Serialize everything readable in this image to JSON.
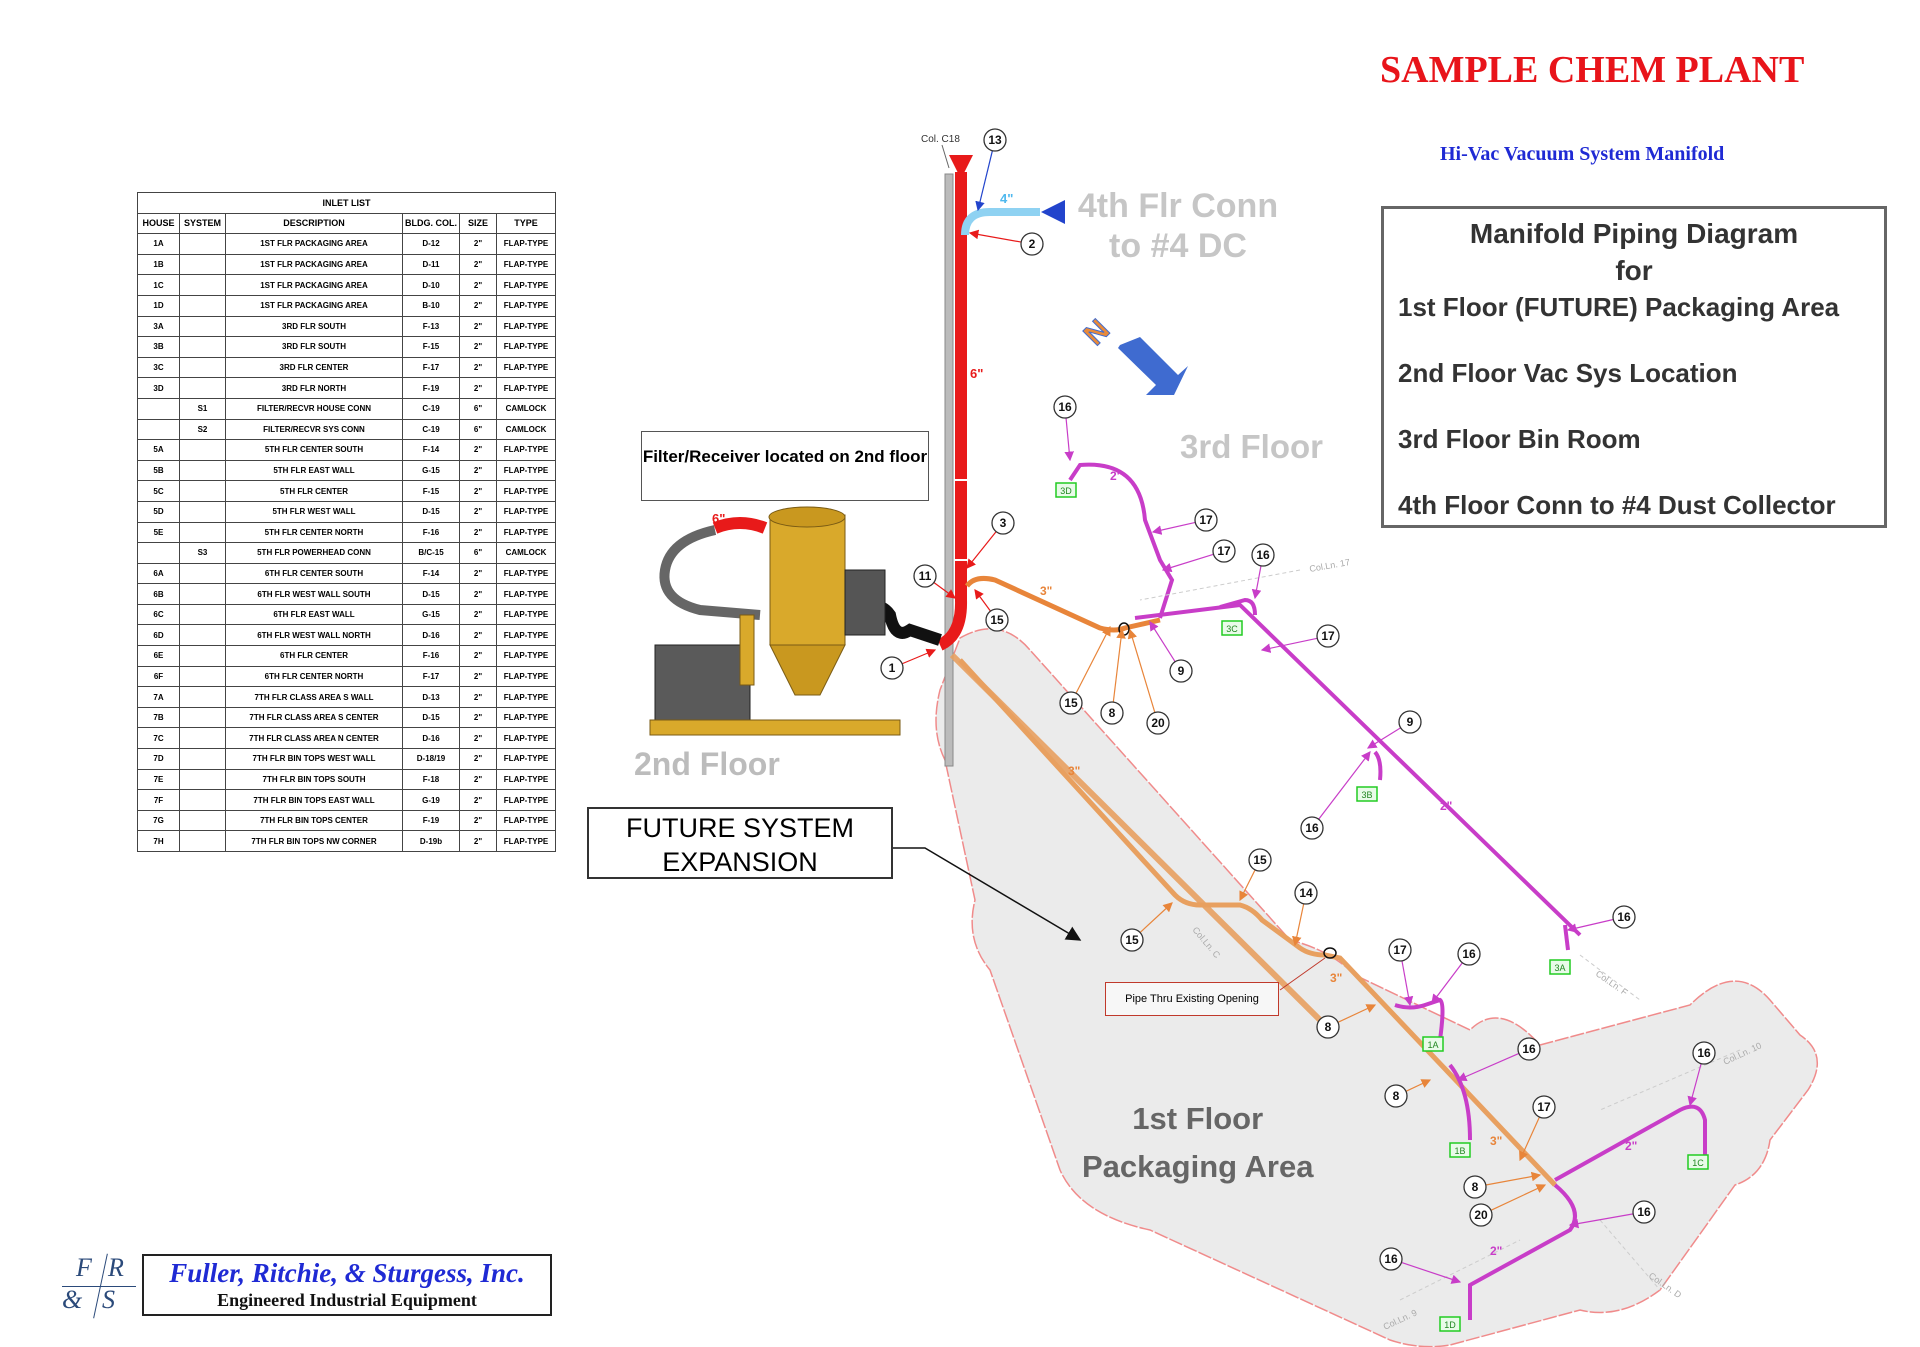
{
  "title": "SAMPLE CHEM PLANT",
  "subtitle": "Hi-Vac Vacuum System Manifold",
  "legend": {
    "heading1": "Manifold Piping Diagram",
    "heading2": "for",
    "line1": "1st Floor (FUTURE) Packaging Area",
    "line2": "2nd Floor  Vac Sys Location",
    "line3": "3rd Floor  Bin Room",
    "line4": "4th Floor Conn to #4 Dust Collector"
  },
  "inlet_list": {
    "title": "INLET LIST",
    "headers": [
      "HOUSE",
      "SYSTEM",
      "DESCRIPTION",
      "BLDG. COL.",
      "SIZE",
      "TYPE"
    ],
    "rows": [
      [
        "1A",
        "",
        "1ST FLR PACKAGING AREA",
        "D-12",
        "2\"",
        "FLAP-TYPE"
      ],
      [
        "1B",
        "",
        "1ST FLR PACKAGING AREA",
        "D-11",
        "2\"",
        "FLAP-TYPE"
      ],
      [
        "1C",
        "",
        "1ST FLR PACKAGING AREA",
        "D-10",
        "2\"",
        "FLAP-TYPE"
      ],
      [
        "1D",
        "",
        "1ST FLR PACKAGING AREA",
        "B-10",
        "2\"",
        "FLAP-TYPE"
      ],
      [
        "3A",
        "",
        "3RD FLR SOUTH",
        "F-13",
        "2\"",
        "FLAP-TYPE"
      ],
      [
        "3B",
        "",
        "3RD FLR SOUTH",
        "F-15",
        "2\"",
        "FLAP-TYPE"
      ],
      [
        "3C",
        "",
        "3RD FLR CENTER",
        "F-17",
        "2\"",
        "FLAP-TYPE"
      ],
      [
        "3D",
        "",
        "3RD FLR NORTH",
        "F-19",
        "2\"",
        "FLAP-TYPE"
      ],
      [
        "",
        "S1",
        "FILTER/RECVR HOUSE CONN",
        "C-19",
        "6\"",
        "CAMLOCK"
      ],
      [
        "",
        "S2",
        "FILTER/RECVR SYS CONN",
        "C-19",
        "6\"",
        "CAMLOCK"
      ],
      [
        "5A",
        "",
        "5TH FLR CENTER SOUTH",
        "F-14",
        "2\"",
        "FLAP-TYPE"
      ],
      [
        "5B",
        "",
        "5TH FLR EAST WALL",
        "G-15",
        "2\"",
        "FLAP-TYPE"
      ],
      [
        "5C",
        "",
        "5TH FLR CENTER",
        "F-15",
        "2\"",
        "FLAP-TYPE"
      ],
      [
        "5D",
        "",
        "5TH FLR WEST WALL",
        "D-15",
        "2\"",
        "FLAP-TYPE"
      ],
      [
        "5E",
        "",
        "5TH FLR CENTER NORTH",
        "F-16",
        "2\"",
        "FLAP-TYPE"
      ],
      [
        "",
        "S3",
        "5TH FLR POWERHEAD CONN",
        "B/C-15",
        "6\"",
        "CAMLOCK"
      ],
      [
        "6A",
        "",
        "6TH FLR CENTER SOUTH",
        "F-14",
        "2\"",
        "FLAP-TYPE"
      ],
      [
        "6B",
        "",
        "6TH FLR WEST WALL SOUTH",
        "D-15",
        "2\"",
        "FLAP-TYPE"
      ],
      [
        "6C",
        "",
        "6TH FLR EAST WALL",
        "G-15",
        "2\"",
        "FLAP-TYPE"
      ],
      [
        "6D",
        "",
        "6TH FLR WEST WALL NORTH",
        "D-16",
        "2\"",
        "FLAP-TYPE"
      ],
      [
        "6E",
        "",
        "6TH FLR CENTER",
        "F-16",
        "2\"",
        "FLAP-TYPE"
      ],
      [
        "6F",
        "",
        "6TH FLR CENTER NORTH",
        "F-17",
        "2\"",
        "FLAP-TYPE"
      ],
      [
        "7A",
        "",
        "7TH FLR CLASS AREA S WALL",
        "D-13",
        "2\"",
        "FLAP-TYPE"
      ],
      [
        "7B",
        "",
        "7TH FLR CLASS AREA S CENTER",
        "D-15",
        "2\"",
        "FLAP-TYPE"
      ],
      [
        "7C",
        "",
        "7TH FLR CLASS AREA N CENTER",
        "D-16",
        "2\"",
        "FLAP-TYPE"
      ],
      [
        "7D",
        "",
        "7TH FLR BIN TOPS WEST WALL",
        "D-18/19",
        "2\"",
        "FLAP-TYPE"
      ],
      [
        "7E",
        "",
        "7TH FLR BIN TOPS SOUTH",
        "F-18",
        "2\"",
        "FLAP-TYPE"
      ],
      [
        "7F",
        "",
        "7TH FLR BIN TOPS EAST WALL",
        "G-19",
        "2\"",
        "FLAP-TYPE"
      ],
      [
        "7G",
        "",
        "7TH FLR BIN TOPS CENTER",
        "F-19",
        "2\"",
        "FLAP-TYPE"
      ],
      [
        "7H",
        "",
        "7TH FLR BIN TOPS NW CORNER",
        "D-19b",
        "2\"",
        "FLAP-TYPE"
      ]
    ]
  },
  "notes": {
    "filter_receiver": "Filter/Receiver located on 2nd floor",
    "future": "FUTURE SYSTEM EXPANSION",
    "pipe_thru": "Pipe Thru Existing Opening",
    "col_c18": "Col. C18"
  },
  "floors": {
    "f4": "4th Flr Conn to #4 DC",
    "f3": "3rd Floor",
    "f2": "2nd Floor",
    "f1a": "1st Floor",
    "f1b": "Packaging Area"
  },
  "pipe_sizes": {
    "six": "6\"",
    "four": "4\"",
    "three": "3\"",
    "two": "2\""
  },
  "column_lines": [
    "Col.Ln. 17",
    "Col.Ln. C",
    "Col.Ln. F",
    "Col.Ln. 10",
    "Col.Ln. D",
    "Col.Ln. 9"
  ],
  "compass": "N",
  "inlets": [
    "3D",
    "3C",
    "3B",
    "3A",
    "1A",
    "1B",
    "1C",
    "1D"
  ],
  "callouts": [
    "13",
    "2",
    "3",
    "11",
    "15",
    "1",
    "16",
    "17",
    "17",
    "16",
    "17",
    "9",
    "15",
    "8",
    "20",
    "9",
    "16",
    "16",
    "15",
    "14",
    "15",
    "17",
    "16",
    "8",
    "16",
    "8",
    "17",
    "16",
    "8",
    "20",
    "16",
    "16"
  ],
  "company": {
    "name": "Fuller, Ritchie, & Sturgess, Inc.",
    "slogan": "Engineered Industrial Equipment",
    "mark": [
      "F",
      "R",
      "&",
      "S"
    ]
  },
  "colors": {
    "six_inch": "#e81a1a",
    "four_inch": "#8fd2f2",
    "three_inch": "#e8853a",
    "two_inch": "#c83dc8",
    "inlet_tag": "#22cc22",
    "title": "#e8141a",
    "subtitle": "#1f2ad4"
  }
}
